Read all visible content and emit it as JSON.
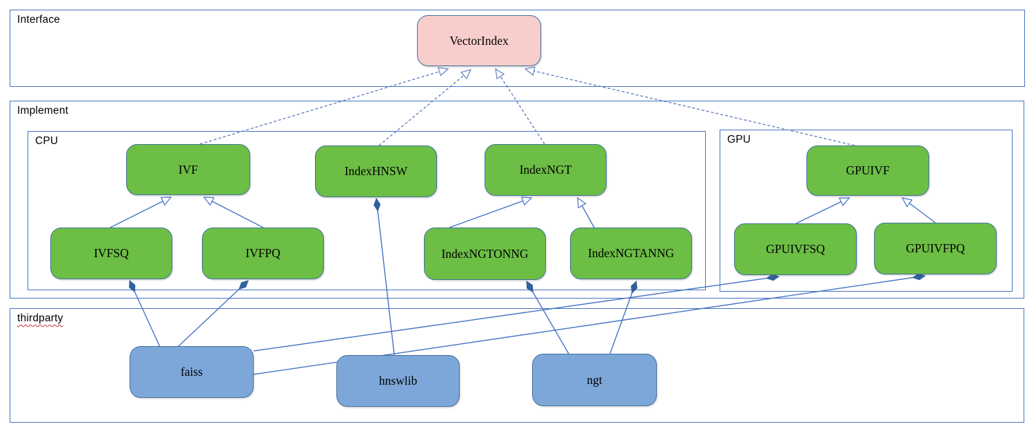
{
  "diagram": {
    "containers": [
      {
        "id": "interface",
        "label": "Interface"
      },
      {
        "id": "implement",
        "label": "Implement"
      },
      {
        "id": "cpu",
        "label": "CPU"
      },
      {
        "id": "gpu",
        "label": "GPU"
      },
      {
        "id": "thirdparty",
        "label": "thirdparty",
        "spellcheck_underline": true
      }
    ],
    "nodes": [
      {
        "id": "vectorindex",
        "label": "VectorIndex",
        "kind": "interface",
        "container": "interface"
      },
      {
        "id": "ivf",
        "label": "IVF",
        "kind": "class",
        "container": "cpu"
      },
      {
        "id": "indexhnsw",
        "label": "IndexHNSW",
        "kind": "class",
        "container": "cpu"
      },
      {
        "id": "indexngt",
        "label": "IndexNGT",
        "kind": "class",
        "container": "cpu"
      },
      {
        "id": "gpuivf",
        "label": "GPUIVF",
        "kind": "class",
        "container": "gpu"
      },
      {
        "id": "ivfsq",
        "label": "IVFSQ",
        "kind": "class",
        "container": "cpu"
      },
      {
        "id": "ivfpq",
        "label": "IVFPQ",
        "kind": "class",
        "container": "cpu"
      },
      {
        "id": "indexngtonng",
        "label": "IndexNGTONNG",
        "kind": "class",
        "container": "cpu"
      },
      {
        "id": "indexngtanng",
        "label": "IndexNGTANNG",
        "kind": "class",
        "container": "cpu"
      },
      {
        "id": "gpuivfsq",
        "label": "GPUIVFSQ",
        "kind": "class",
        "container": "gpu"
      },
      {
        "id": "gpuivfpq",
        "label": "GPUIVFPQ",
        "kind": "class",
        "container": "gpu"
      },
      {
        "id": "faiss",
        "label": "faiss",
        "kind": "library",
        "container": "thirdparty"
      },
      {
        "id": "hnswlib",
        "label": "hnswlib",
        "kind": "library",
        "container": "thirdparty"
      },
      {
        "id": "ngt",
        "label": "ngt",
        "kind": "library",
        "container": "thirdparty"
      }
    ],
    "edges": [
      {
        "from": "ivf",
        "to": "vectorindex",
        "type": "realization-dashed-hollow-arrow"
      },
      {
        "from": "indexhnsw",
        "to": "vectorindex",
        "type": "realization-dashed-hollow-arrow"
      },
      {
        "from": "indexngt",
        "to": "vectorindex",
        "type": "realization-dashed-hollow-arrow"
      },
      {
        "from": "gpuivf",
        "to": "vectorindex",
        "type": "realization-dashed-hollow-arrow"
      },
      {
        "from": "ivfsq",
        "to": "ivf",
        "type": "generalization-hollow-arrow"
      },
      {
        "from": "ivfpq",
        "to": "ivf",
        "type": "generalization-hollow-arrow"
      },
      {
        "from": "indexngtonng",
        "to": "indexngt",
        "type": "generalization-hollow-arrow"
      },
      {
        "from": "indexngtanng",
        "to": "indexngt",
        "type": "generalization-hollow-arrow"
      },
      {
        "from": "gpuivfsq",
        "to": "gpuivf",
        "type": "generalization-hollow-arrow"
      },
      {
        "from": "gpuivfpq",
        "to": "gpuivf",
        "type": "generalization-hollow-arrow"
      },
      {
        "from": "faiss",
        "to": "ivfsq",
        "type": "composition-filled-diamond"
      },
      {
        "from": "faiss",
        "to": "ivfpq",
        "type": "composition-filled-diamond"
      },
      {
        "from": "faiss",
        "to": "gpuivfsq",
        "type": "composition-filled-diamond"
      },
      {
        "from": "faiss",
        "to": "gpuivfpq",
        "type": "composition-filled-diamond"
      },
      {
        "from": "hnswlib",
        "to": "indexhnsw",
        "type": "composition-filled-diamond"
      },
      {
        "from": "ngt",
        "to": "indexngtonng",
        "type": "composition-filled-diamond"
      },
      {
        "from": "ngt",
        "to": "indexngtanng",
        "type": "composition-filled-diamond"
      }
    ],
    "colors": {
      "interface_fill": "#f8cecc",
      "class_fill": "#6cbe45",
      "library_fill": "#7da7d9",
      "node_border": "#41719c",
      "container_border": "#4472c4",
      "connector": "#4472c4",
      "dashed_connector": "#637fc0",
      "diamond_fill": "#31609e",
      "spellcheck_red": "#cf2e2e"
    }
  }
}
